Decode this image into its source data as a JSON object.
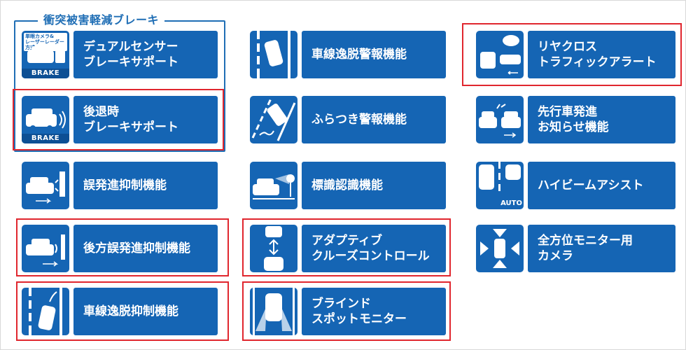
{
  "group": {
    "title": "衝突被害軽減ブレーキ"
  },
  "tiles": {
    "dual_sensor": {
      "label": "デュアルセンサー\nブレーキサポート",
      "icon_caption": "単眼カメラ&\nレーザーレーダー方式",
      "brake": "BRAKE"
    },
    "reverse_brake": {
      "label": "後退時\nブレーキサポート",
      "brake": "BRAKE"
    },
    "misstart": {
      "label": "誤発進抑制機能"
    },
    "rear_misstart": {
      "label": "後方誤発進抑制機能"
    },
    "lane_keep_ctrl": {
      "label": "車線逸脱抑制機能"
    },
    "lane_warn": {
      "label": "車線逸脱警報機能"
    },
    "drowsy_warn": {
      "label": "ふらつき警報機能"
    },
    "sign_recog": {
      "label": "標識認識機能"
    },
    "acc": {
      "label": "アダプティブ\nクルーズコントロール"
    },
    "bsm": {
      "label": "ブラインド\nスポットモニター"
    },
    "rcta": {
      "label": "リヤクロス\nトラフィックアラート"
    },
    "lead_depart": {
      "label": "先行車発進\nお知らせ機能"
    },
    "high_beam": {
      "label": "ハイビームアシスト",
      "auto": "AUTO"
    },
    "around_view": {
      "label": "全方位モニター用\nカメラ"
    }
  },
  "colors": {
    "tile": "#1565b4",
    "highlight": "#e0262e",
    "group_border": "#1f6eb5"
  }
}
